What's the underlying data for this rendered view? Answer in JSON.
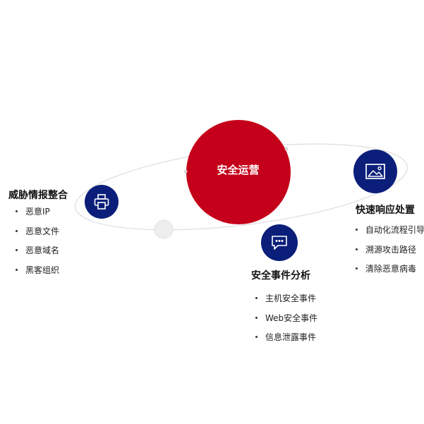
{
  "center": {
    "label": "安全运营"
  },
  "groups": {
    "threat_intel": {
      "title": "威胁情报整合",
      "items": [
        "恶意IP",
        "恶意文件",
        "恶意域名",
        "黑客组织"
      ]
    },
    "incident_analysis": {
      "title": "安全事件分析",
      "items": [
        "主机安全事件",
        "Web安全事件",
        "信息泄露事件"
      ]
    },
    "rapid_response": {
      "title": "快速响应处置",
      "items": [
        "自动化流程引导",
        "溯源攻击路径",
        "清除恶意病毒"
      ]
    }
  },
  "icons": {
    "threat_intel": "printer-icon",
    "incident_analysis": "chat-bubble-icon",
    "rapid_response": "image-icon"
  },
  "colors": {
    "center": "#c5001a",
    "node": "#0b1f7a",
    "orbit": "#dddddd"
  }
}
